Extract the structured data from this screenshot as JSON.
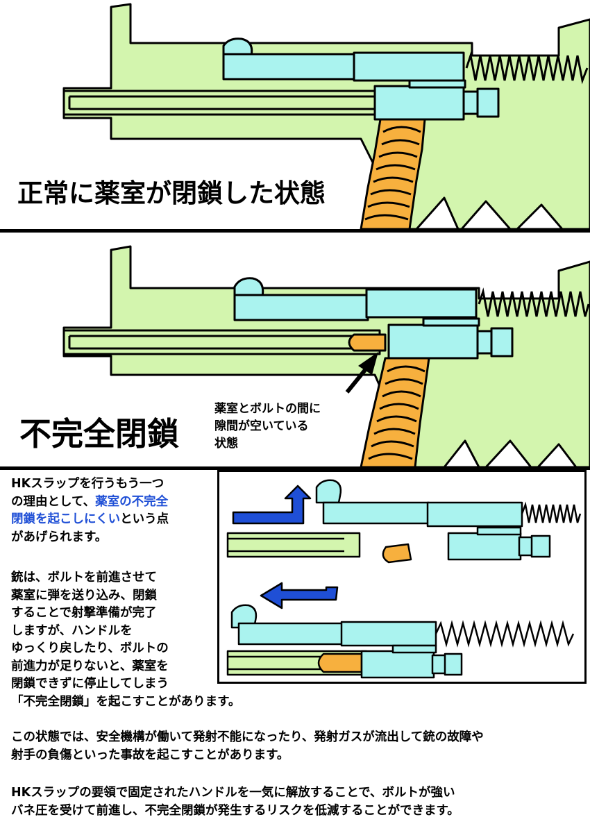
{
  "panel_top": {
    "caption": "正常に薬室が閉鎖した状態"
  },
  "panel_middle": {
    "caption": "不完全閉鎖",
    "callout_lines": [
      "薬室とボルトの間に",
      "隙間が空いている",
      "状態"
    ]
  },
  "explanation": {
    "intro_lines": [
      [
        "HKスラップを行うもう一つ"
      ],
      [
        "の理由として、",
        {
          "hl": "薬室の不完全"
        }
      ],
      [
        {
          "hl": "閉鎖を起こしにくい"
        },
        "という点"
      ],
      [
        "があげられます。"
      ]
    ],
    "para2_lines": [
      "銃は、ボルトを前進させて",
      "薬室に弾を送り込み、閉鎖",
      "することで射撃準備が完了",
      "しますが、ハンドルを",
      "ゆっくり戻したり、ボルトの",
      "前進力が足りないと、薬室を",
      "閉鎖できずに停止してしまう",
      "「不完全閉鎖」を起こすことがあります。"
    ],
    "para3_lines": [
      "この状態では、安全機構が働いて発射不能になったり、発射ガスが流出して銃の故障や",
      "射手の負傷といった事故を起こすことがあります。"
    ],
    "para4_lines": [
      "HKスラップの要領で固定されたハンドルを一気に解放することで、ボルトが強い",
      "バネ圧を受けて前進し、不完全閉鎖が発生するリスクを低減することができます。"
    ]
  },
  "colors": {
    "receiver_green": "#d3f5ae",
    "bolt_cyan": "#aaf3ef",
    "magazine_orange": "#f7b03e",
    "arrow_blue": "#1f4fd6",
    "highlight_blue": "#1f4fd6",
    "outline": "#000000"
  }
}
